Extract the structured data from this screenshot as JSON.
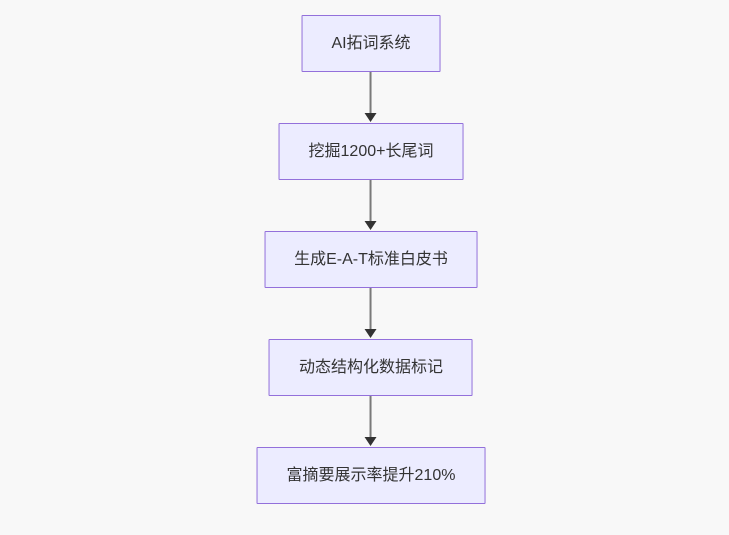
{
  "diagram": {
    "type": "flowchart",
    "direction": "top-down",
    "nodes": [
      {
        "id": "n1",
        "label": "AI拓词系统"
      },
      {
        "id": "n2",
        "label": "挖掘1200+长尾词"
      },
      {
        "id": "n3",
        "label": "生成E-A-T标准白皮书"
      },
      {
        "id": "n4",
        "label": "动态结构化数据标记"
      },
      {
        "id": "n5",
        "label": "富摘要展示率提升210%"
      }
    ],
    "edges": [
      {
        "from": "n1",
        "to": "n2"
      },
      {
        "from": "n2",
        "to": "n3"
      },
      {
        "from": "n3",
        "to": "n4"
      },
      {
        "from": "n4",
        "to": "n5"
      }
    ],
    "colors": {
      "background": "#f8f8f8",
      "node_fill": "#ECECFF",
      "node_border": "#9370DB",
      "node_text": "#333333",
      "edge_line": "#7a7a7a",
      "arrowhead": "#333333"
    }
  }
}
